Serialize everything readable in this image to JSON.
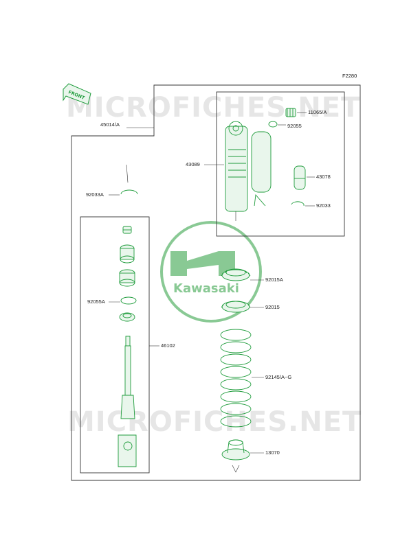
{
  "figure_code": "F2280",
  "front_label": "FRONT",
  "brand_logo_text": "Kawasaki",
  "watermark": "MICROFICHES.NET",
  "parts": {
    "assembly": "45014/A",
    "shock_body": "43089",
    "valve": "11065/A",
    "oring_top": "92055",
    "reservoir_cap": "43078",
    "circlip_right": "92033",
    "circlip_left": "92033A",
    "spring_nut_a": "92015A",
    "spring_nut_b": "92015",
    "spring": "92145/A~G",
    "spring_guide": "13070",
    "rod_assembly": "46102",
    "oring_left": "92055A"
  },
  "colors": {
    "part_line": "#1d9b3a",
    "frame_line": "#333333",
    "logo_green": "#2a9d3e"
  }
}
